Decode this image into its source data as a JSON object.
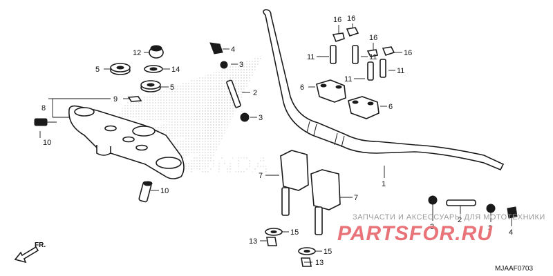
{
  "diagram": {
    "code": "MJAAF0703",
    "direction_label": "FR.",
    "watermark_logo_text": "HONDA",
    "shop_watermark": {
      "caption": "ЗАПЧАСТИ И АКСЕССУАРЫ ДЛЯ МОТОТЕХНИКИ",
      "logo": "PARTSFOR.RU"
    },
    "callouts": [
      {
        "id": "1",
        "label": "1"
      },
      {
        "id": "2a",
        "label": "2"
      },
      {
        "id": "2b",
        "label": "2"
      },
      {
        "id": "3a",
        "label": "3"
      },
      {
        "id": "3b",
        "label": "3"
      },
      {
        "id": "3c",
        "label": "3"
      },
      {
        "id": "3d",
        "label": "3"
      },
      {
        "id": "4a",
        "label": "4"
      },
      {
        "id": "4b",
        "label": "4"
      },
      {
        "id": "5a",
        "label": "5"
      },
      {
        "id": "5b",
        "label": "5"
      },
      {
        "id": "6a",
        "label": "6"
      },
      {
        "id": "6b",
        "label": "6"
      },
      {
        "id": "7a",
        "label": "7"
      },
      {
        "id": "7b",
        "label": "7"
      },
      {
        "id": "8",
        "label": "8"
      },
      {
        "id": "9",
        "label": "9"
      },
      {
        "id": "10a",
        "label": "10"
      },
      {
        "id": "10b",
        "label": "10"
      },
      {
        "id": "11a",
        "label": "11"
      },
      {
        "id": "11b",
        "label": "11"
      },
      {
        "id": "11c",
        "label": "11"
      },
      {
        "id": "11d",
        "label": "11"
      },
      {
        "id": "12",
        "label": "12"
      },
      {
        "id": "13a",
        "label": "13"
      },
      {
        "id": "13b",
        "label": "13"
      },
      {
        "id": "14",
        "label": "14"
      },
      {
        "id": "15a",
        "label": "15"
      },
      {
        "id": "15b",
        "label": "15"
      },
      {
        "id": "16a",
        "label": "16"
      },
      {
        "id": "16b",
        "label": "16"
      },
      {
        "id": "16c",
        "label": "16"
      },
      {
        "id": "16d",
        "label": "16"
      }
    ]
  }
}
